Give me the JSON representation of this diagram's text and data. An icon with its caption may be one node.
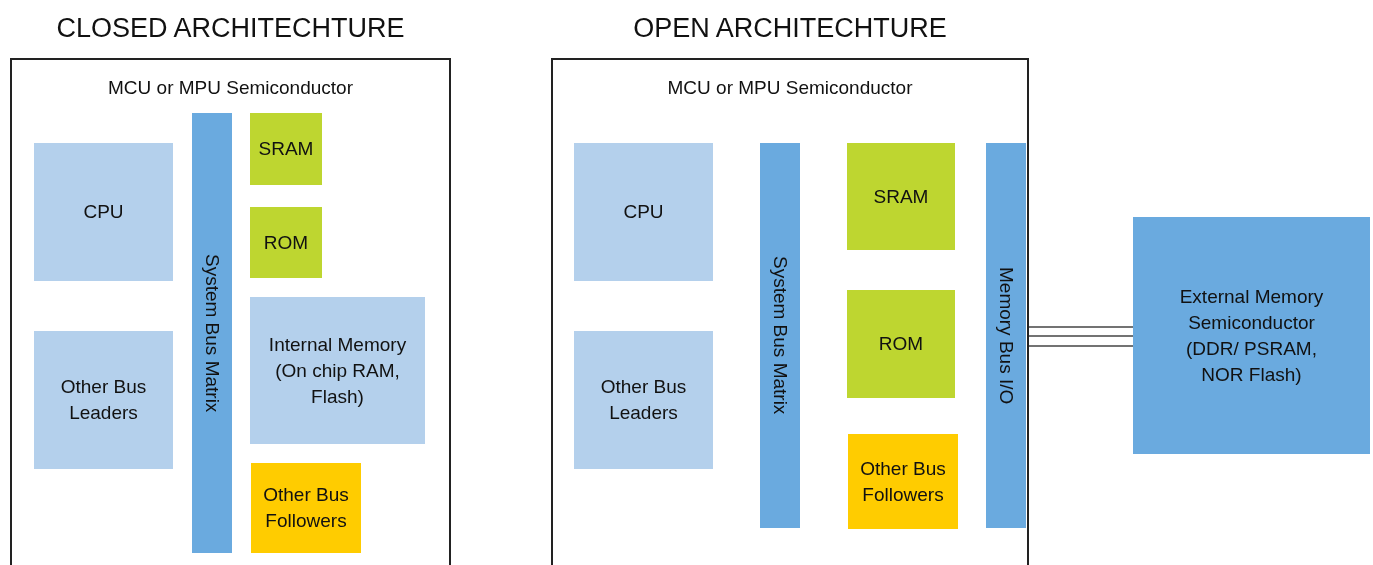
{
  "diagram": {
    "nodes": [
      {
        "text": [
          "MCU or MPU Semiconductor"
        ]
      },
      {
        "text": [
          "CPU"
        ],
        "in": 0
      },
      {
        "text": [
          "Other Bus Leaders"
        ],
        "in": 0
      },
      {
        "text": [
          "System Bus Matrix"
        ],
        "in": 0
      },
      {
        "text": [
          "SRAM"
        ],
        "in": 0
      },
      {
        "text": [
          "ROM"
        ],
        "in": 0
      },
      {
        "text": [
          "Internal Memory (On chip RAM, Flash)"
        ],
        "in": 0
      },
      {
        "text": [
          "Other Bus Followers"
        ],
        "in": 0
      },
      {
        "text": [
          "MCU or MPU Semiconductor"
        ]
      },
      {
        "text": [
          "CPU"
        ],
        "in": 8
      },
      {
        "text": [
          "Other Bus Leaders"
        ],
        "in": 8
      },
      {
        "text": [
          "System Bus Matrix"
        ],
        "in": 8
      },
      {
        "text": [
          "SRAM"
        ],
        "in": 8
      },
      {
        "text": [
          "ROM"
        ],
        "in": 8
      },
      {
        "text": [
          "Other Bus Followers"
        ],
        "in": 8
      },
      {
        "text": [
          "Memory Bus I/O"
        ],
        "in": 8
      },
      {
        "text": [
          "External Memory Semiconductor (DDR/ PSRAM, NOR Flash)"
        ]
      }
    ],
    "edges": [
      {
        "from": 8,
        "to": 16,
        "arrow": "none"
      },
      {
        "from": 8,
        "to": 16,
        "arrow": "none"
      },
      {
        "from": 8,
        "to": 16,
        "arrow": "none"
      }
    ],
    "labels": [
      "CLOSED ARCHITECHTURE",
      "OPEN ARCHITECHTURE"
    ]
  }
}
